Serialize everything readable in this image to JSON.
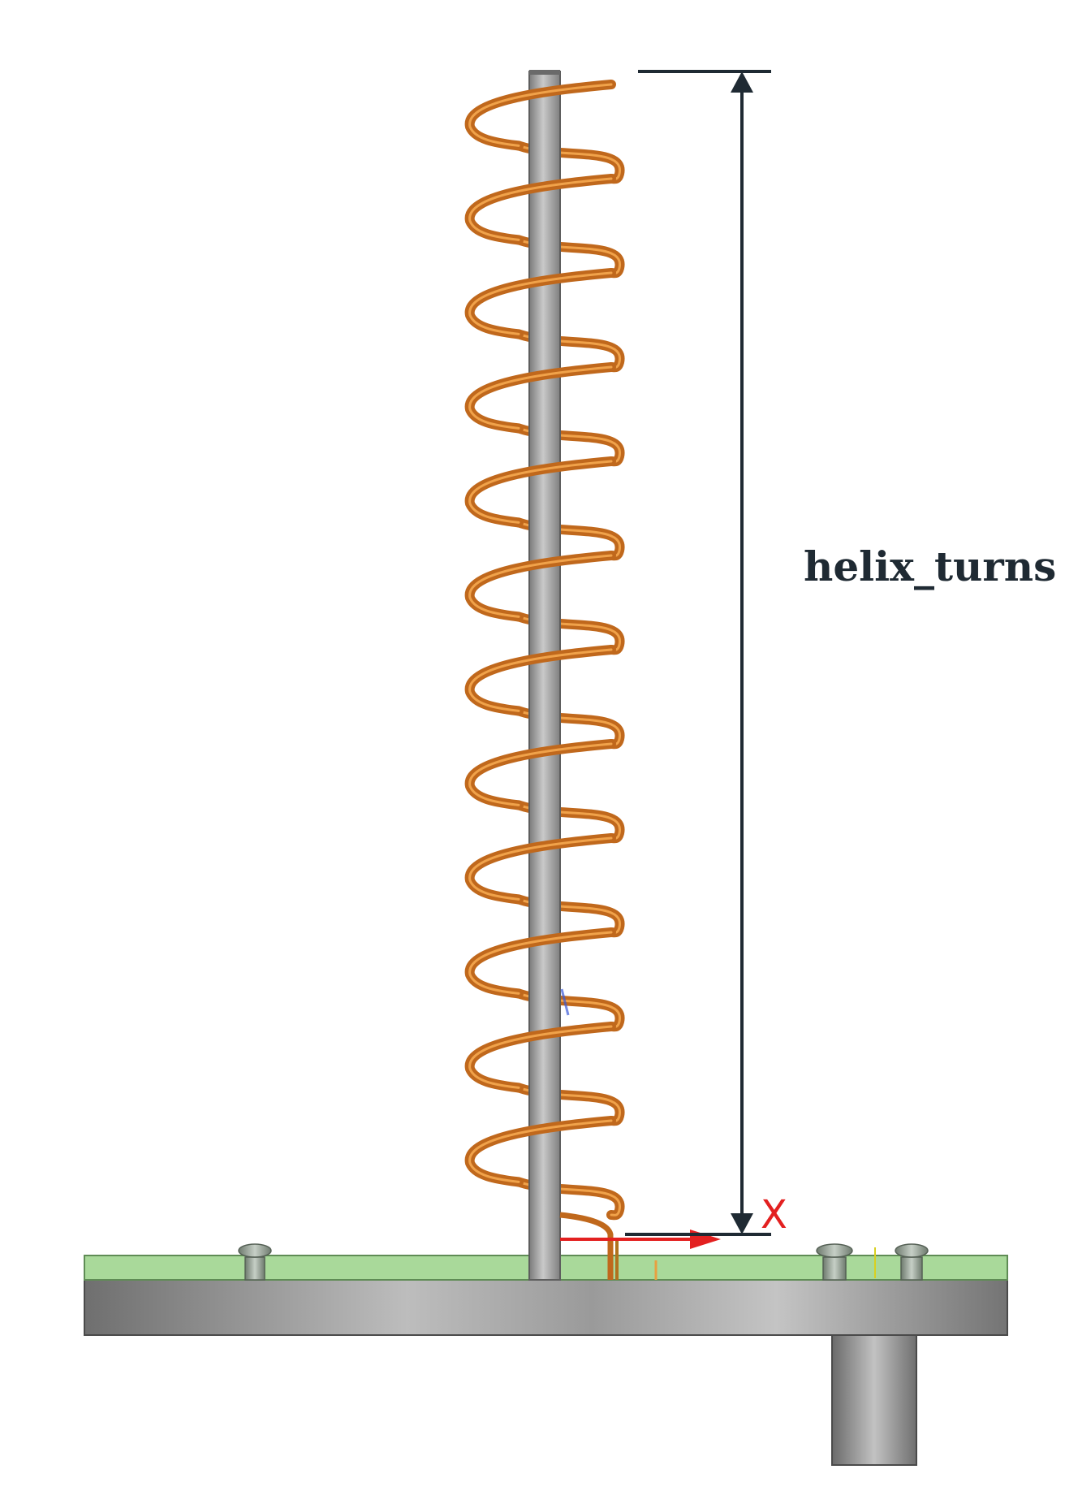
{
  "dimension": {
    "label": "helix_turns"
  },
  "axes": {
    "x_label": "X"
  },
  "helix": {
    "turns": 12
  },
  "colors": {
    "helix": "#c0681c",
    "helix_highlight": "#f0a24a",
    "mast": "#9a9a9a",
    "pcb": "#a9d99a",
    "base_plate": "#8c8c8c",
    "dimension": "#1f2a33",
    "axis_x": "#e32020"
  }
}
